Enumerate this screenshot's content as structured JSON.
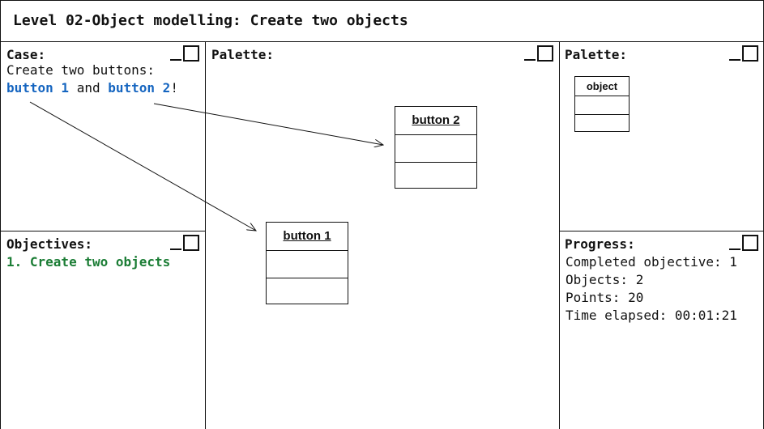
{
  "title": "Level 02-Object modelling: Create two objects",
  "case": {
    "title": "Case:",
    "line1": "Create two buttons:",
    "button1": "button 1",
    "and": "and",
    "button2": "button 2",
    "exclaim": "!"
  },
  "objectives": {
    "title": "Objectives:",
    "items": [
      "1. Create two objects"
    ]
  },
  "center_palette": {
    "title": "Palette:",
    "objects": [
      {
        "label": "button 2"
      },
      {
        "label": "button 1"
      }
    ]
  },
  "right_palette": {
    "title": "Palette:",
    "object_label": "object"
  },
  "progress": {
    "title": "Progress:",
    "completed": "Completed objective: 1",
    "objects": "Objects: 2",
    "points": "Points: 20",
    "time": "Time elapsed: 00:01:21"
  },
  "icons": {
    "minimize": "minimize-icon",
    "maximize": "maximize-icon",
    "arrow": "arrow-icon"
  },
  "colors": {
    "link_blue": "#1565c0",
    "objective_green": "#1b7d35",
    "border": "#111111"
  }
}
